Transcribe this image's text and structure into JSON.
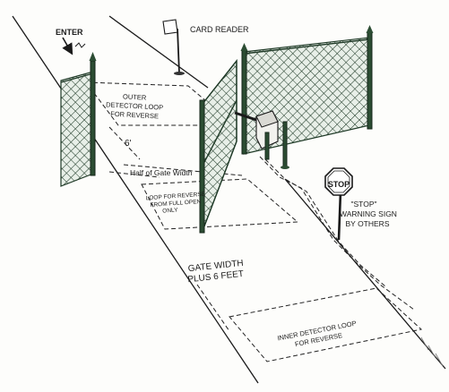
{
  "labels": {
    "enter": "ENTER",
    "card_reader": "CARD READER",
    "outer_loop_1": "OUTER",
    "outer_loop_2": "DETECTOR LOOP",
    "outer_loop_3": "FOR REVERSE",
    "six_feet": "6'",
    "half_gate": "Half of Gate Width",
    "loop_reverse_1": "LOOP FOR REVERSE",
    "loop_reverse_2": "FROM FULL OPEN",
    "loop_reverse_3": "ONLY",
    "stop_sign": "STOP",
    "warning_1": "\"STOP\"",
    "warning_2": "WARNING SIGN",
    "warning_3": "BY OTHERS",
    "gate_width_1": "GATE WIDTH",
    "gate_width_2": "PLUS 6 FEET",
    "inner_loop_1": "INNER DETECTOR LOOP",
    "inner_loop_2": "FOR REVERSE"
  },
  "colors": {
    "fence": "#1f3a27",
    "stop_sign": "#ffffff",
    "outline": "#1a1a1a"
  }
}
